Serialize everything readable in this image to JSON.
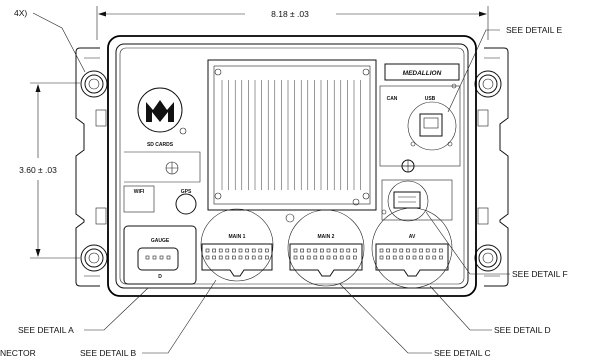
{
  "dimensions": {
    "width": "8.18 ± .03",
    "height": "3.60 ± .03",
    "hole_note": "4X)"
  },
  "callouts": {
    "detail_e": "SEE DETAIL  E",
    "detail_f": "SEE DETAIL  F",
    "detail_a": "SEE DETAIL  A",
    "detail_b": "SEE DETAIL  B",
    "detail_c": "SEE DETAIL  C",
    "detail_d": "SEE DETAIL  D",
    "connector_note": "NECTOR"
  },
  "panel_labels": {
    "brand": "MEDALLION",
    "sd_cards": "SD CARDS",
    "wifi": "WIFI",
    "gps": "GPS",
    "can_n": "CAN",
    "usb": "USB",
    "conn_a": "GAUGE",
    "conn_b": "MAIN 1",
    "conn_c": "MAIN 2",
    "conn_d": "AV",
    "conn_a_sub": "D"
  },
  "colors": {
    "line": "#111111",
    "background": "#ffffff"
  }
}
